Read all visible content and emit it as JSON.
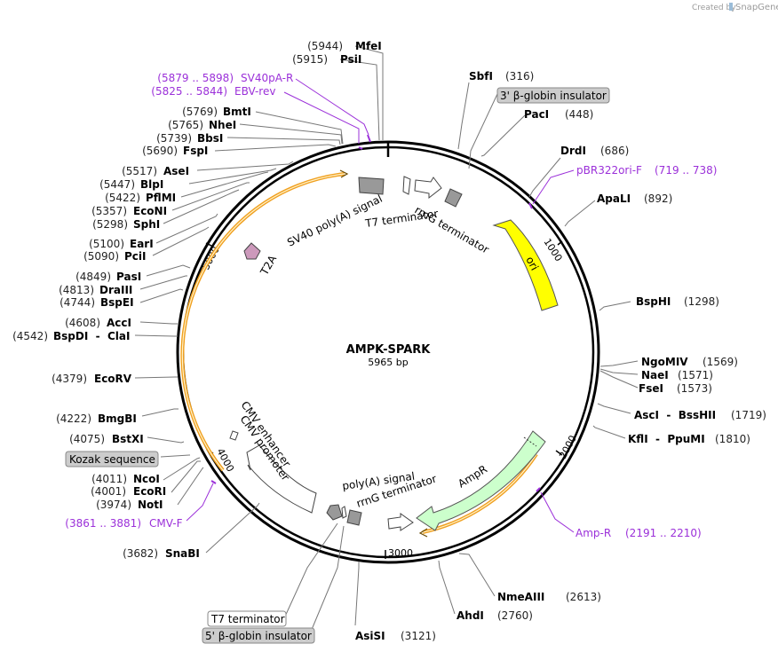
{
  "credit": {
    "text": "Created by",
    "brand": "SnapGene"
  },
  "plasmid": {
    "name": "AMPK-SPARK",
    "size": "5965 bp"
  },
  "ticks": [
    "1000",
    "2000",
    "3000",
    "4000",
    "5000"
  ],
  "sites_left": [
    {
      "pos": "(5944)",
      "name": "MfeI"
    },
    {
      "pos": "(5915)",
      "name": "PsiI"
    },
    {
      "pos": "(5769)",
      "name": "BmtI"
    },
    {
      "pos": "(5765)",
      "name": "NheI"
    },
    {
      "pos": "(5739)",
      "name": "BbsI"
    },
    {
      "pos": "(5690)",
      "name": "FspI"
    },
    {
      "pos": "(5517)",
      "name": "AseI"
    },
    {
      "pos": "(5447)",
      "name": "BlpI"
    },
    {
      "pos": "(5422)",
      "name": "PflMI"
    },
    {
      "pos": "(5357)",
      "name": "EcoNI"
    },
    {
      "pos": "(5298)",
      "name": "SphI"
    },
    {
      "pos": "(5100)",
      "name": "EarI"
    },
    {
      "pos": "(5090)",
      "name": "PciI"
    },
    {
      "pos": "(4849)",
      "name": "PasI"
    },
    {
      "pos": "(4813)",
      "name": "DraIII"
    },
    {
      "pos": "(4744)",
      "name": "BspEI"
    },
    {
      "pos": "(4608)",
      "name": "AccI"
    },
    {
      "pos": "(4542)",
      "name": "BspDI  -  ClaI"
    },
    {
      "pos": "(4379)",
      "name": "EcoRV"
    },
    {
      "pos": "(4222)",
      "name": "BmgBI"
    },
    {
      "pos": "(4075)",
      "name": "BstXI"
    },
    {
      "pos": "(4011)",
      "name": "NcoI"
    },
    {
      "pos": "(4001)",
      "name": "EcoRI"
    },
    {
      "pos": "(3974)",
      "name": "NotI"
    },
    {
      "pos": "(3682)",
      "name": "SnaBI"
    }
  ],
  "sites_right": [
    {
      "name": "SbfI",
      "pos": "(316)"
    },
    {
      "name": "PacI",
      "pos": "(448)"
    },
    {
      "name": "DrdI",
      "pos": "(686)"
    },
    {
      "name": "ApaLI",
      "pos": "(892)"
    },
    {
      "name": "BspHI",
      "pos": "(1298)"
    },
    {
      "name": "NgoMIV",
      "pos": "(1569)"
    },
    {
      "name": "NaeI",
      "pos": "(1571)"
    },
    {
      "name": "FseI",
      "pos": "(1573)"
    },
    {
      "name": "AscI  -  BssHII",
      "pos": "(1719)"
    },
    {
      "name": "KflI  -  PpuMI",
      "pos": "(1810)"
    },
    {
      "name": "NmeAIII",
      "pos": "(2613)"
    },
    {
      "name": "AhdI",
      "pos": "(2760)"
    },
    {
      "name": "AsiSI",
      "pos": "(3121)"
    }
  ],
  "primers": [
    {
      "range": "(5879 .. 5898)",
      "name": "SV40pA-R"
    },
    {
      "range": "(5825 .. 5844)",
      "name": "EBV-rev"
    },
    {
      "name": "pBR322ori-F",
      "range": "(719 .. 738)"
    },
    {
      "name": "Amp-R",
      "range": "(2191 .. 2210)"
    },
    {
      "range": "(3861 .. 3881)",
      "name": "CMV-F"
    }
  ],
  "boxed_features": [
    {
      "text": "3' β-globin insulator",
      "style": "gray"
    },
    {
      "text": "Kozak sequence",
      "style": "gray"
    },
    {
      "text": "T7 terminator",
      "style": "white"
    },
    {
      "text": "5' β-globin insulator",
      "style": "gray"
    }
  ],
  "inner_features": {
    "sv40": "SV40 poly(A) signal",
    "t7": "T7 terminator",
    "rrng_top": "rrnG terminator",
    "ori": "ori",
    "t2a": "T2A",
    "cmv_enh": "CMV enhancer",
    "cmv_prom": "CMV promoter",
    "polya": "poly(A) signal",
    "rrng_bot": "rrnG terminator",
    "ampr": "AmpR"
  },
  "colors": {
    "ori": "#ffff00",
    "ampr": "#ccffcc",
    "t2a": "#cc99bb",
    "terminator": "#999999",
    "orf_highlight": "#f0a020",
    "primer": "#9b30d9",
    "backbone": "#000000"
  }
}
